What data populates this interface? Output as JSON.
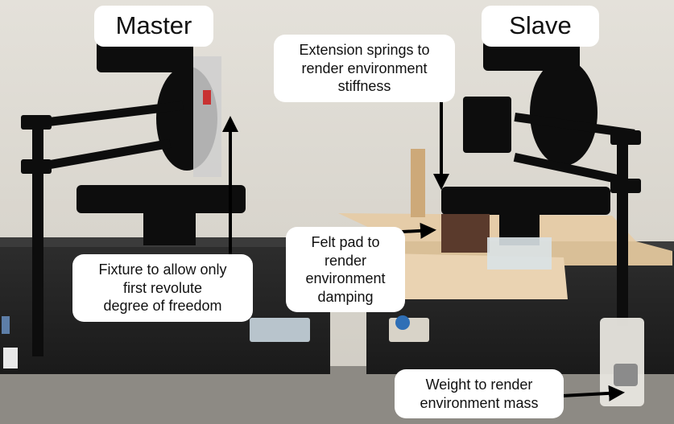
{
  "labels": {
    "master": "Master",
    "slave": "Slave",
    "springs": [
      "Extension springs to",
      "render environment",
      "stiffness"
    ],
    "fixture": [
      "Fixture to allow only",
      "first revolute",
      "degree of freedom"
    ],
    "felt": [
      "Felt pad to",
      "render",
      "environment",
      "damping"
    ],
    "weight": [
      "Weight to render",
      "environment mass"
    ]
  },
  "colors": {
    "wall": "#dedbd3",
    "table": "#3a3a3a",
    "device_box": "#232323",
    "robot": "#0d0d0d",
    "wood": "#e7cfae",
    "label_bg": "#ffffff",
    "arrow": "#000000"
  }
}
